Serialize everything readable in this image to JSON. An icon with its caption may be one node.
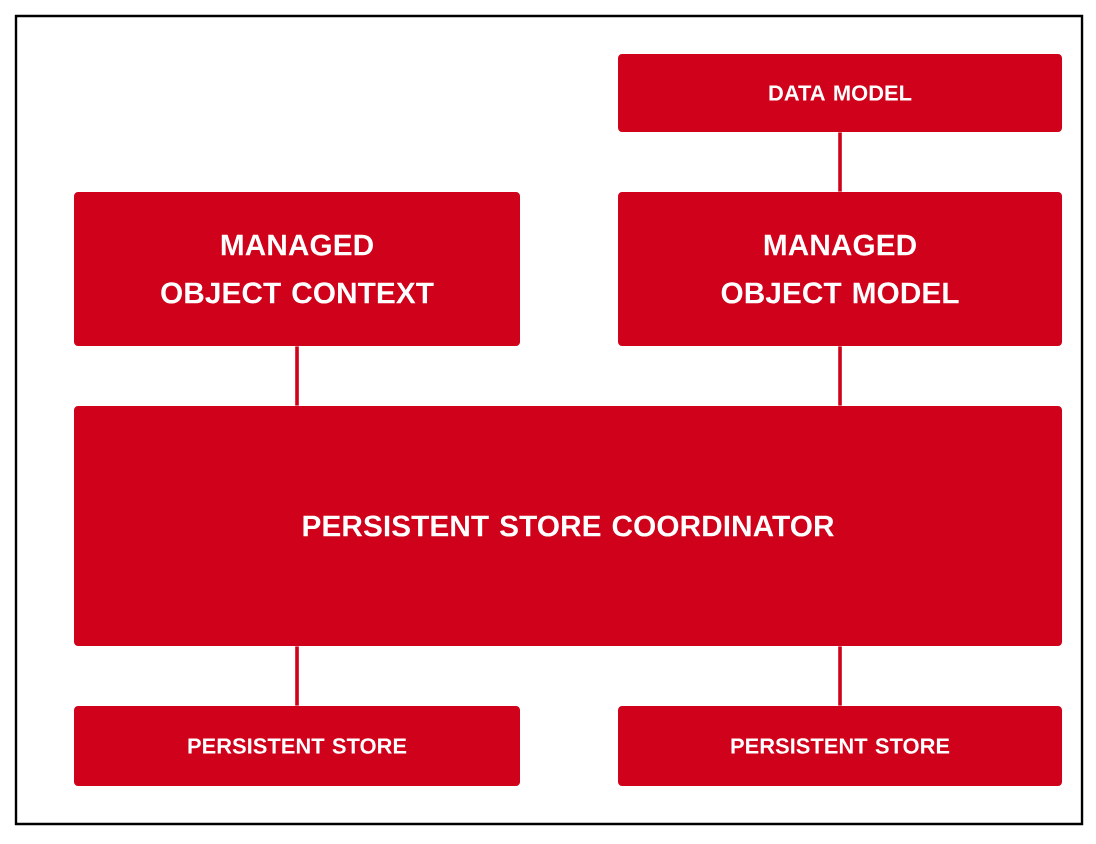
{
  "diagram": {
    "nodes": [
      {
        "text": [
          "DATA MODEL"
        ]
      },
      {
        "text": [
          "MANAGED OBJECT CONTEXT"
        ]
      },
      {
        "text": [
          "MANAGED OBJECT MODEL"
        ]
      },
      {
        "text": [
          "PERSISTENT STORE COORDINATOR"
        ]
      },
      {
        "text": [
          "PERSISTENT STORE"
        ]
      },
      {
        "text": [
          "PERSISTENT STORE"
        ]
      }
    ],
    "edges": [
      {
        "from": 0,
        "to": 2,
        "arrow": "none"
      },
      {
        "from": 1,
        "to": 3,
        "arrow": "none"
      },
      {
        "from": 2,
        "to": 3,
        "arrow": "none"
      },
      {
        "from": 3,
        "to": 4,
        "arrow": "none"
      },
      {
        "from": 3,
        "to": 5,
        "arrow": "none"
      }
    ]
  }
}
